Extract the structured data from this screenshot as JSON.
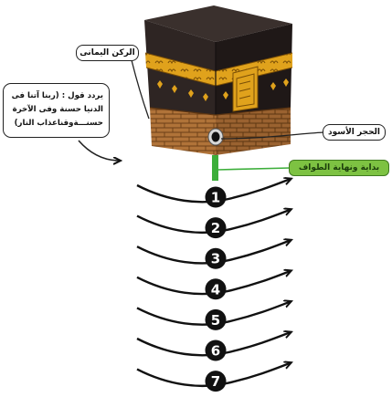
{
  "labels": {
    "rukn_yamani": "الركن اليمانى",
    "hajar_aswad": "الحجر الأسود",
    "tawaf_start_end": "بداية ونهاية الطواف"
  },
  "dua": {
    "line1": "يردد قول : (ربنا آتنا فى",
    "line2": "الدنيا حسنة وفى الآخرة",
    "line3": "حسنـــةوقناعذاب النار)"
  },
  "rounds": [
    "1",
    "2",
    "3",
    "4",
    "5",
    "6",
    "7"
  ],
  "colors": {
    "kaaba_cloth": "#2e2523",
    "gold_band": "#e0a21c",
    "stone_base": "#b07339",
    "start_line": "#3cae3a",
    "start_label_bg": "#7dc242",
    "round_circle": "#111111"
  }
}
